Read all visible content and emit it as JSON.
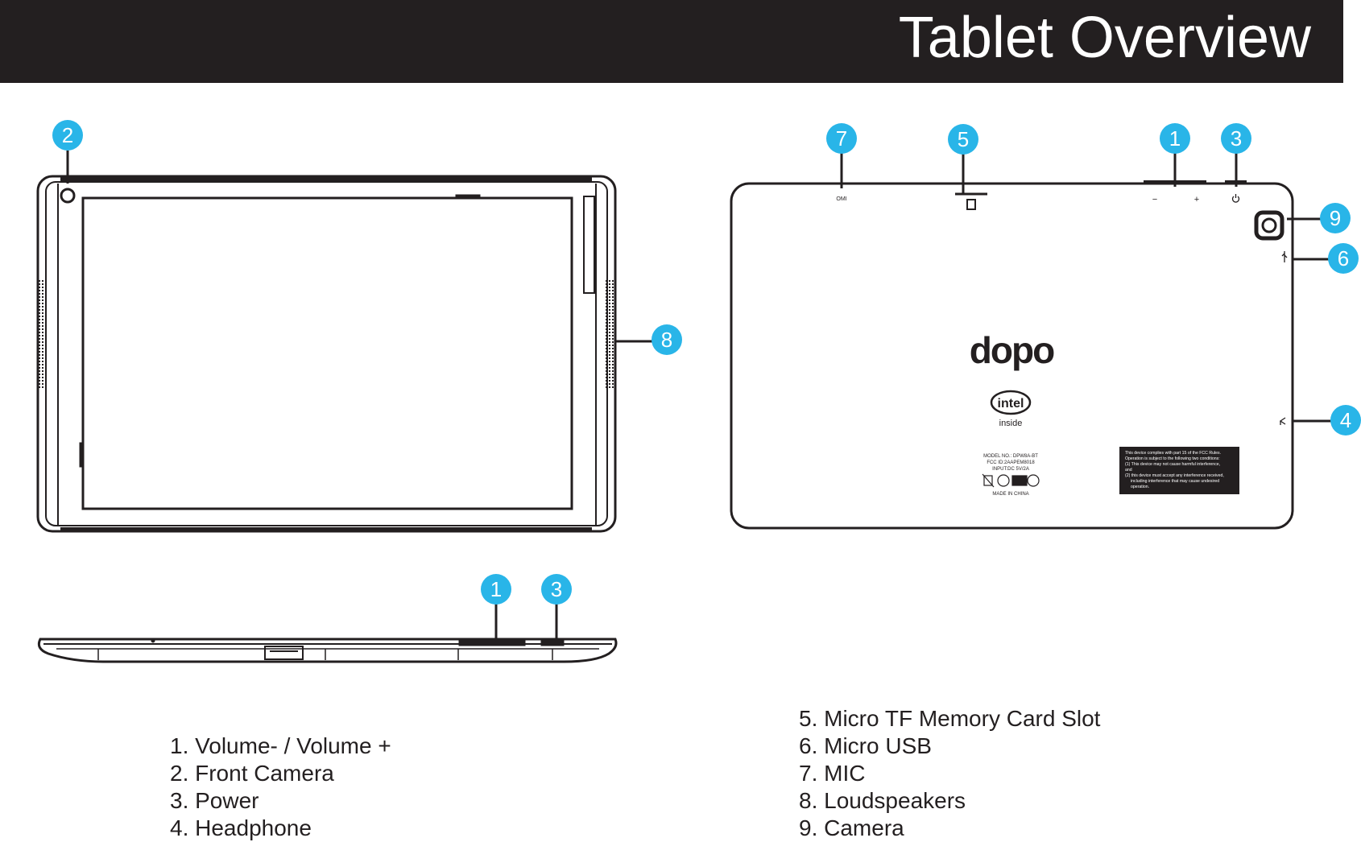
{
  "header": {
    "title": "Tablet Overview",
    "background": "#231f20",
    "text_color": "#ffffff"
  },
  "callout_color": "#29b5e8",
  "callouts": {
    "front": [
      "2",
      "8"
    ],
    "back": [
      "7",
      "5",
      "1",
      "3",
      "9",
      "6",
      "4"
    ],
    "bottom": [
      "1",
      "3"
    ]
  },
  "back_markings": {
    "mic_label": "OMI",
    "volume_minus": "−",
    "volume_plus": "+",
    "brand_logo": "dopo",
    "intel_logo": "intel",
    "intel_sub": "inside",
    "model_lines": [
      "MODEL NO.: DPW8A-BT",
      "FCC ID:2AAPEM8018",
      "INPUT:DC 5V/2A"
    ],
    "made_in": "MADE IN CHINA",
    "fcc_notice": [
      "This device complies with part 15 of the FCC Rules.",
      "Operation is subject to the following two conditions:",
      "(1) This device may not cause harmful interference,",
      "and",
      "(2) this device must accept any interference received,",
      "including interference that may cause undesired",
      "operation."
    ]
  },
  "legend": {
    "left": [
      "1. Volume- / Volume +",
      "2. Front Camera",
      "3. Power",
      "4. Headphone"
    ],
    "right": [
      "5. Micro TF Memory Card Slot",
      "6. Micro USB",
      "7. MIC",
      "8.  Loudspeakers",
      "9. Camera"
    ]
  }
}
